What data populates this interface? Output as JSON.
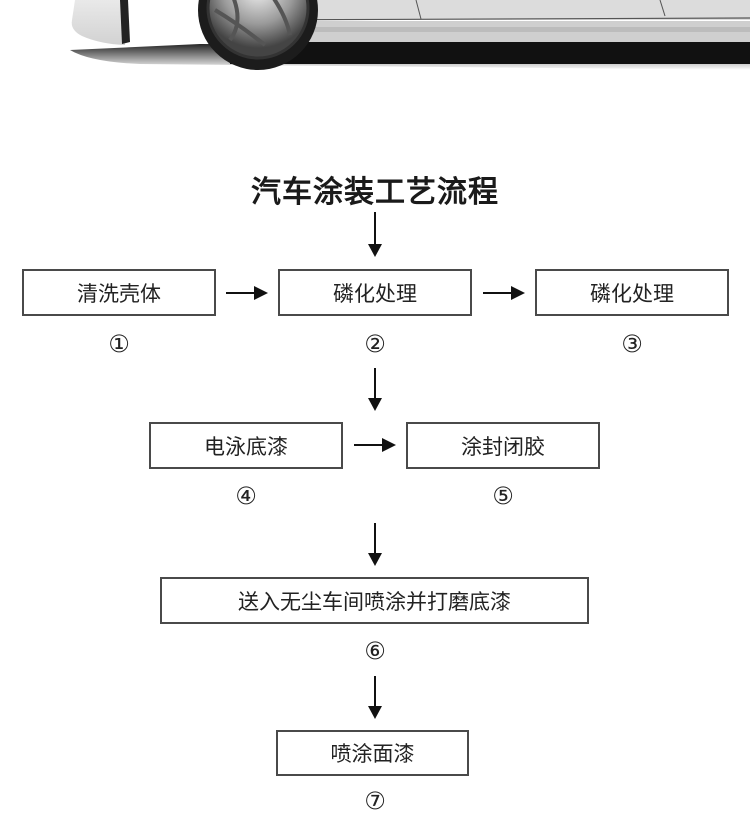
{
  "title": "汽车涂装工艺流程",
  "steps": [
    {
      "label": "清洗壳体",
      "number": "①"
    },
    {
      "label": "磷化处理",
      "number": "②"
    },
    {
      "label": "磷化处理",
      "number": "③"
    },
    {
      "label": "电泳底漆",
      "number": "④"
    },
    {
      "label": "涂封闭胶",
      "number": "⑤"
    },
    {
      "label": "送入无尘车间喷涂并打磨底漆",
      "number": "⑥"
    },
    {
      "label": "喷涂面漆",
      "number": "⑦"
    }
  ],
  "colors": {
    "box_border": "#4a4a4a",
    "arrow": "#111111",
    "text": "#222222"
  }
}
